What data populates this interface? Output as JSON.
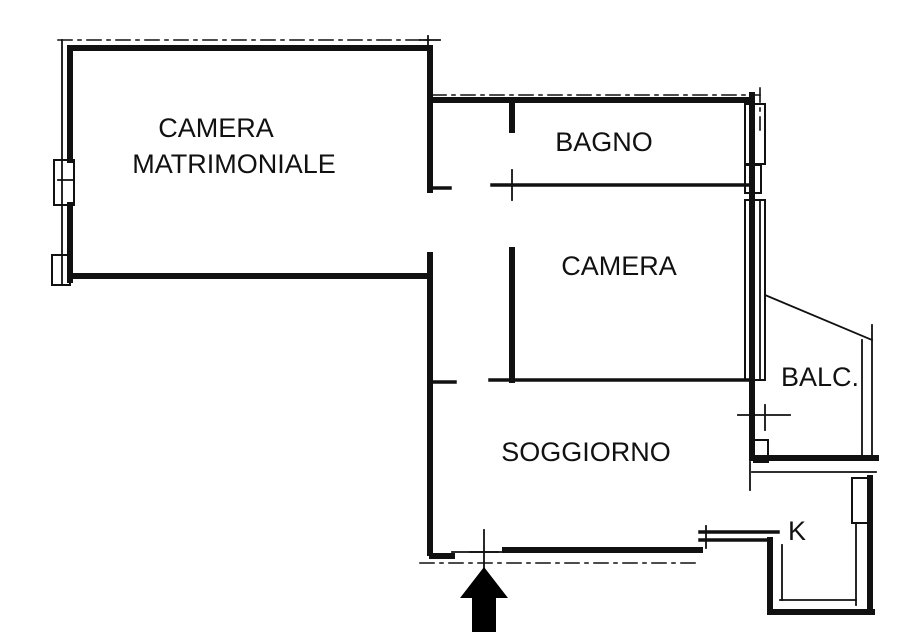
{
  "rooms": {
    "camera_matrimoniale_line1": "CAMERA",
    "camera_matrimoniale_line2": "MATRIMONIALE",
    "bagno": "BAGNO",
    "camera": "CAMERA",
    "balcone": "BALC.",
    "soggiorno": "SOGGIORNO",
    "cucina": "K"
  },
  "colors": {
    "ink": "#111111",
    "paper": "#ffffff"
  },
  "icons": {
    "entrance": "entrance-arrow-icon"
  }
}
